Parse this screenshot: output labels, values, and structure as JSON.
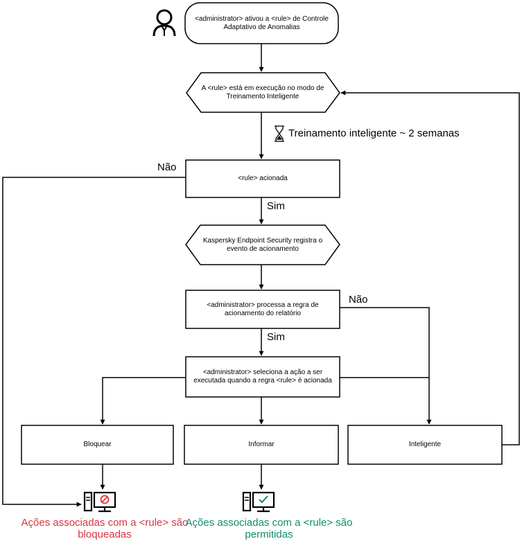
{
  "nodes": {
    "start": "<administrator> ativou a <rule> de Controle Adaptativo de Anomalias",
    "training_mode": "A <rule> está em execução no modo de Treinamento Inteligente",
    "rule_triggered": "<rule> acionada",
    "kes_logs": "Kaspersky Endpoint Security registra o evento de acionamento",
    "admin_processes": "<administrator> processa a regra de acionamento do relatório",
    "admin_selects": "<administrator> seleciona a ação a ser executada quando a regra <rule> é acionada",
    "block": "Bloquear",
    "inform": "Informar",
    "smart": "Inteligente"
  },
  "labels": {
    "training_duration": "Treinamento inteligente ~ 2 semanas",
    "no_1": "Não",
    "yes_1": "Sim",
    "no_2": "Não",
    "yes_2": "Sim"
  },
  "results": {
    "blocked": "Ações associadas com a <rule> são bloqueadas",
    "allowed": "Ações associadas com a <rule> são permitidas"
  },
  "colors": {
    "blocked": "#d9333f",
    "allowed": "#0f8c6e",
    "line": "#000000"
  },
  "icons": [
    "user-icon",
    "hourglass-icon",
    "computer-blocked-icon",
    "computer-allowed-icon"
  ]
}
